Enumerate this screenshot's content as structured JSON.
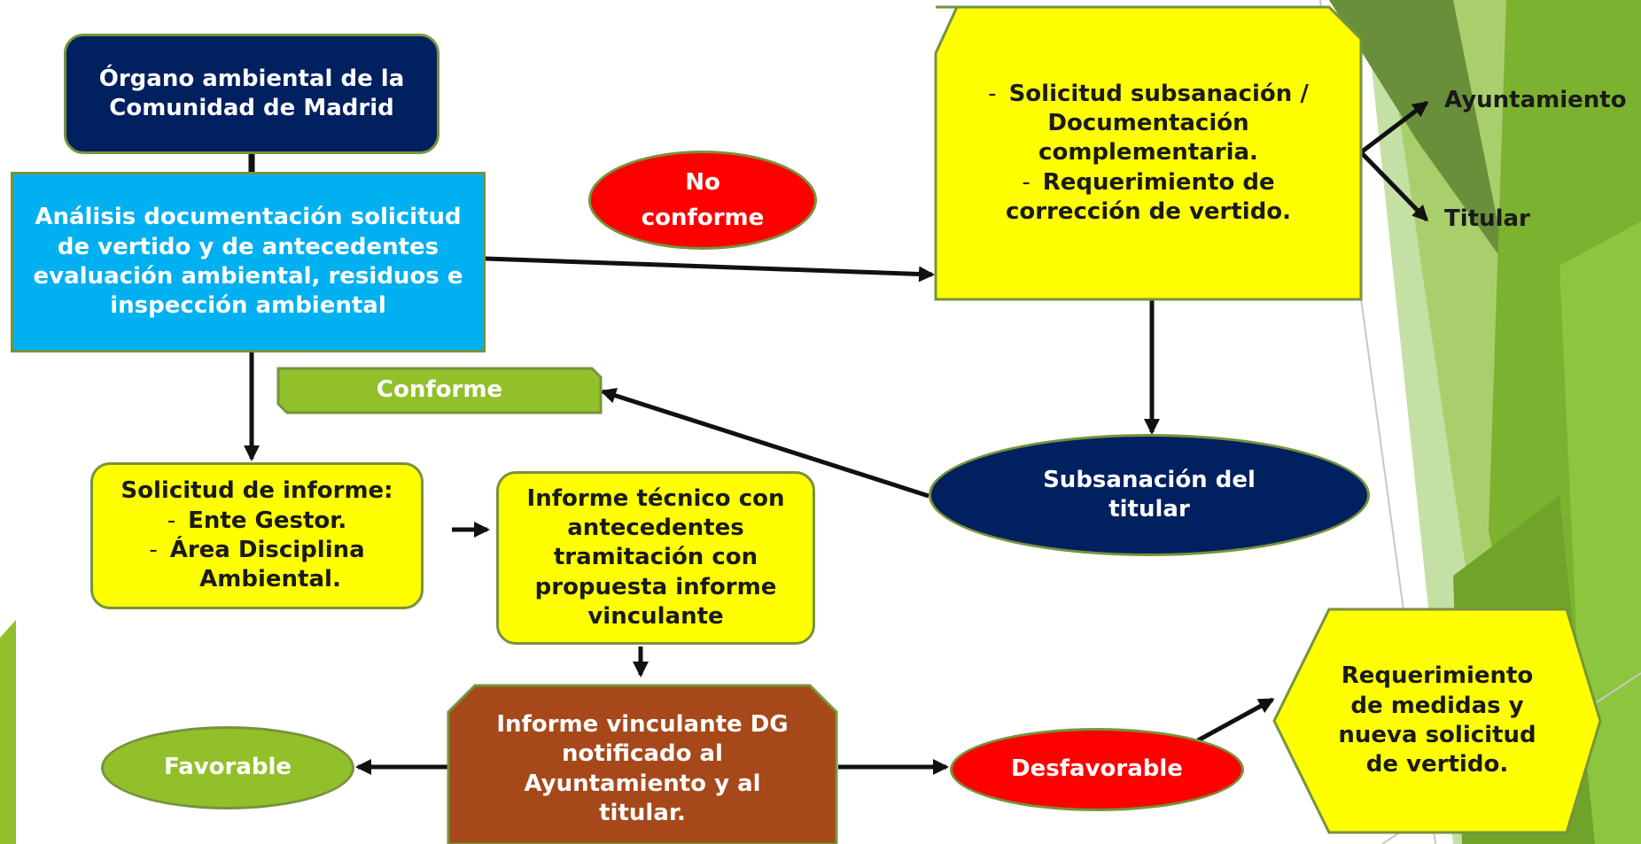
{
  "colors": {
    "navy": "#002060",
    "cyan": "#00b0f0",
    "yellow": "#ffff00",
    "green": "#92c02b",
    "red": "#ff0000",
    "brown": "#a6481a",
    "border_green": "#77933c",
    "slide_accent": "#7bb22f"
  },
  "organo": {
    "lines": [
      "Órgano ambiental de la",
      "Comunidad de Madrid"
    ]
  },
  "analisis": {
    "lines": [
      "Análisis documentación solicitud",
      "de vertido y de antecedentes",
      "evaluación ambiental, residuos e",
      "inspección ambiental"
    ]
  },
  "no_conforme": {
    "lines": [
      "No",
      "conforme"
    ]
  },
  "subsanacion_solicitud": {
    "items": [
      {
        "dash": "-",
        "lines": [
          "Solicitud subsanación /",
          "Documentación",
          "complementaria."
        ]
      },
      {
        "dash": "-",
        "lines": [
          "Requerimiento de",
          "corrección de vertido."
        ]
      }
    ]
  },
  "ayuntamiento_label": "Ayuntamiento",
  "titular_label": "Titular",
  "conforme": {
    "label": "Conforme"
  },
  "subsanacion_titular": {
    "lines": [
      "Subsanación del",
      "titular"
    ]
  },
  "solicitud_informe": {
    "title": "Solicitud de informe:",
    "items": [
      {
        "dash": "-",
        "lines": [
          "Ente Gestor."
        ]
      },
      {
        "dash": "-",
        "lines": [
          "Área Disciplina",
          "Ambiental."
        ]
      }
    ]
  },
  "informe_tecnico": {
    "lines": [
      "Informe técnico con",
      "antecedentes",
      "tramitación con",
      "propuesta informe",
      "vinculante"
    ]
  },
  "informe_vinculante": {
    "lines": [
      "Informe vinculante  DG",
      "notificado al",
      "Ayuntamiento y al",
      "titular."
    ]
  },
  "favorable": {
    "label": "Favorable"
  },
  "desfavorable": {
    "label": "Desfavorable"
  },
  "requerimiento": {
    "lines": [
      "Requerimiento",
      "de medidas y",
      "nueva solicitud",
      "de vertido."
    ]
  }
}
